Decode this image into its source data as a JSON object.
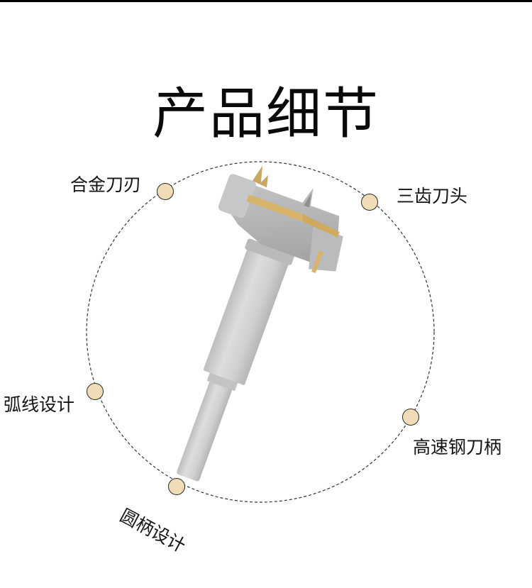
{
  "page": {
    "title": "产品细节"
  },
  "colors": {
    "dot_fill": "#F0DDB8",
    "dot_stroke": "#2a2a2a",
    "ring": "#333333",
    "steel": "#C9CACB",
    "gold": "#D8B36A"
  },
  "callouts": [
    {
      "id": "alloy-blade",
      "label": "合金刀刃"
    },
    {
      "id": "three-tooth-head",
      "label": "三齿刀头"
    },
    {
      "id": "arc-design",
      "label": "弧线设计"
    },
    {
      "id": "hss-shank",
      "label": "高速钢刀柄"
    },
    {
      "id": "round-shank-design",
      "label": "圆柄设计"
    }
  ],
  "product": {
    "image": "forstner-drill-bit-icon"
  }
}
